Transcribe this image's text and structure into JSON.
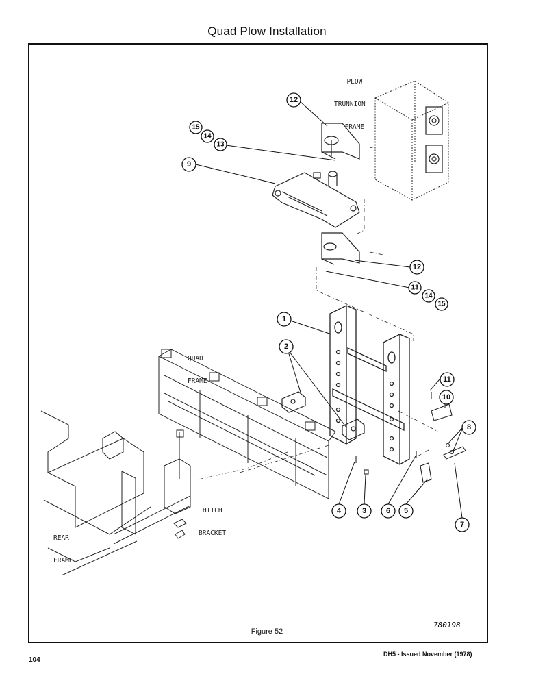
{
  "page": {
    "title": "Quad Plow Installation",
    "caption": "Figure 52",
    "drawing_number": "780198",
    "page_number": "104",
    "issue_note": "DH5 - Issued November (1978)"
  },
  "labels": {
    "plow_trunnion": [
      "PLOW",
      "TRUNNION",
      "FRAME"
    ],
    "quad_frame": [
      "QUAD",
      "FRAME"
    ],
    "hitch_bracket": [
      "HITCH",
      "BRACKET"
    ],
    "rear_frame": [
      "REAR",
      "FRAME"
    ]
  },
  "callouts": {
    "c1": "1",
    "c2": "2",
    "c3": "3",
    "c4": "4",
    "c5": "5",
    "c6": "6",
    "c7": "7",
    "c8": "8",
    "c9": "9",
    "c10": "10",
    "c11": "11",
    "c12a": "12",
    "c12b": "12",
    "c13a": "13",
    "c14a": "14",
    "c15a": "15",
    "c13b": "13",
    "c14b": "14",
    "c15b": "15"
  }
}
